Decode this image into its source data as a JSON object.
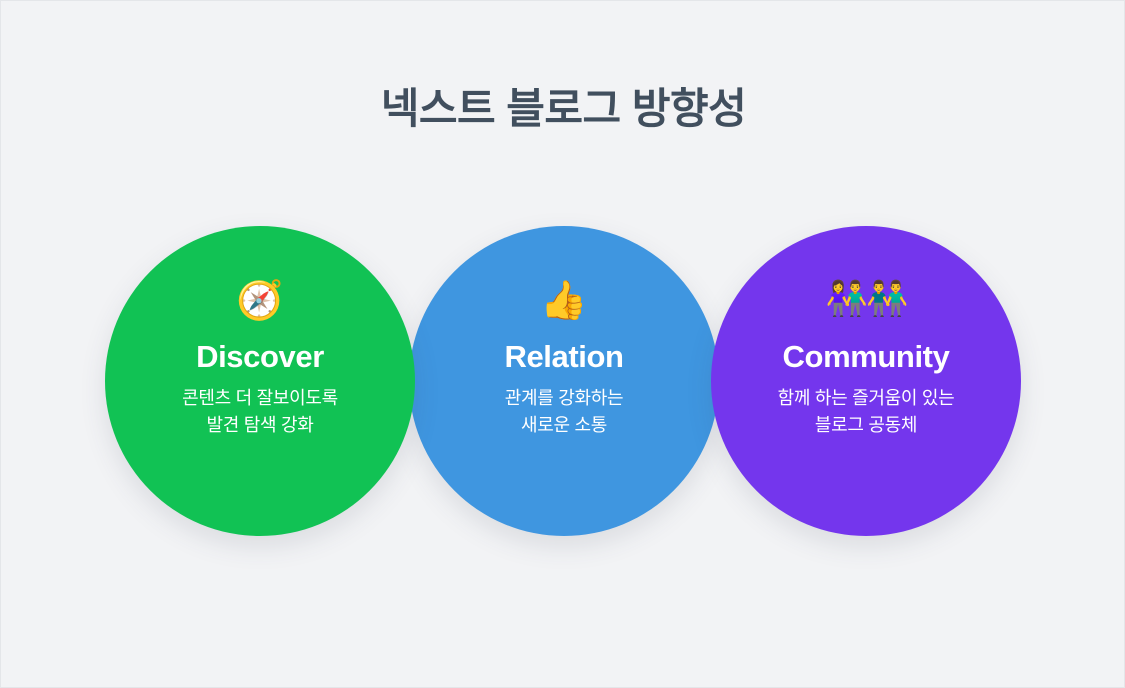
{
  "slide": {
    "title": "넥스트 블로그 방향성",
    "background_color": "#f2f3f5",
    "title_color": "#414f5e"
  },
  "cards": [
    {
      "id": "discover",
      "icon_glyph": "🧭",
      "icon_name": "compass-emoji",
      "heading": "Discover",
      "desc_line1": "콘텐츠 더 잘보이도록",
      "desc_line2": "발견 탐색 강화",
      "color": "#11c254"
    },
    {
      "id": "relation",
      "icon_glyph": "👍",
      "icon_name": "thumbs-up-emoji",
      "heading": "Relation",
      "desc_line1": "관계를 강화하는",
      "desc_line2": "새로운 소통",
      "color": "#3f96e0"
    },
    {
      "id": "community",
      "icon_glyph": "👫👬",
      "icon_name": "people-holding-hands-emoji",
      "heading": "Community",
      "desc_line1": "함께 하는 즐거움이 있는",
      "desc_line2": "블로그 공동체",
      "color": "#7436ed"
    }
  ]
}
